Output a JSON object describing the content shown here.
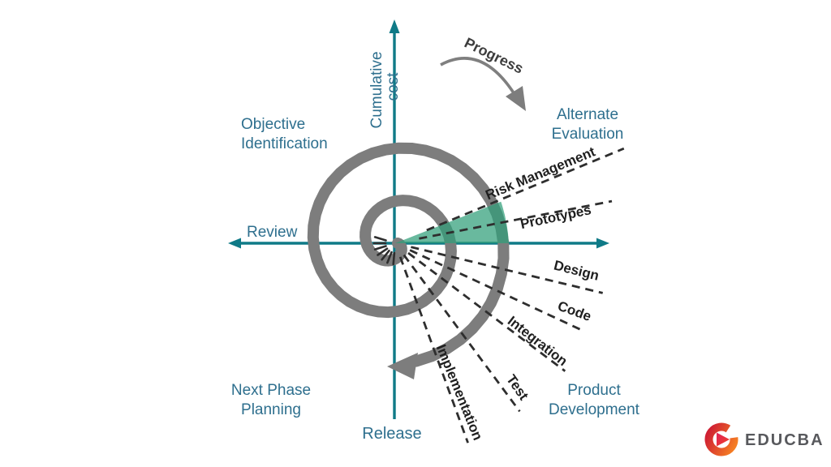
{
  "diagram": {
    "y_axis": {
      "line1": "Cumulative",
      "line2": "cost"
    },
    "progress": "Progress",
    "quadrants": {
      "top_left": {
        "line1": "Objective",
        "line2": "Identification"
      },
      "top_right": {
        "line1": "Alternate",
        "line2": "Evaluation"
      },
      "left": "Review",
      "bottom_left": {
        "line1": "Next Phase",
        "line2": "Planning"
      },
      "bottom_right": {
        "line1": "Product",
        "line2": "Development"
      },
      "bottom": "Release"
    },
    "phases": [
      {
        "label": "Risk Management"
      },
      {
        "label": "Prototypes"
      },
      {
        "label": "Design"
      },
      {
        "label": "Code"
      },
      {
        "label": "Integration"
      },
      {
        "label": "Test"
      },
      {
        "label": "Implementation"
      }
    ],
    "colors": {
      "axis_teal": "#0f7a87",
      "label_blue": "#2e6f8e",
      "spiral_gray": "#7d7d7d",
      "wedge_green": "#2f9e78",
      "phase_text": "#1f1f1f",
      "dash_color": "#2e2e2e"
    }
  },
  "logo": {
    "text": "EDUCBA",
    "brand_red": "#cf1f33",
    "brand_orange": "#f57e23",
    "text_color": "#58595d"
  }
}
